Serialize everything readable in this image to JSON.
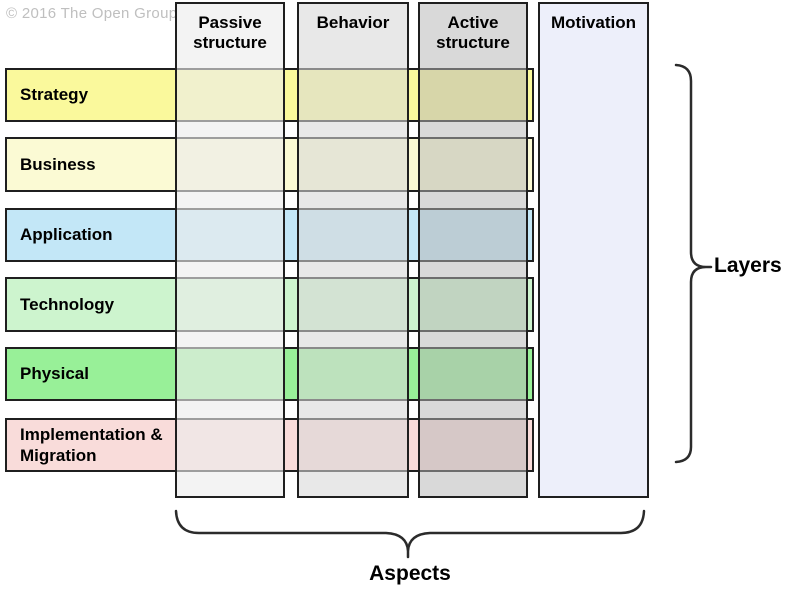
{
  "copyright": "© 2016 The Open Group",
  "rows": [
    {
      "id": "strategy",
      "label": "Strategy",
      "color": "#FAF99C"
    },
    {
      "id": "business",
      "label": "Business",
      "color": "#FBFAD4"
    },
    {
      "id": "application",
      "label": "Application",
      "color": "#C3E7F7"
    },
    {
      "id": "technology",
      "label": "Technology",
      "color": "#CDF4CE"
    },
    {
      "id": "physical",
      "label": "Physical",
      "color": "#98F098"
    },
    {
      "id": "implementation",
      "label": "Implementation & Migration",
      "color": "#F9DCDA"
    }
  ],
  "columns": [
    {
      "id": "passive",
      "label": "Passive structure",
      "fill": "rgba(236,236,236,0.62)"
    },
    {
      "id": "behavior",
      "label": "Behavior",
      "fill": "rgba(216,216,216,0.58)"
    },
    {
      "id": "active",
      "label": "Active structure",
      "fill": "rgba(182,182,182,0.52)"
    },
    {
      "id": "motivation",
      "label": "Motivation",
      "fill": "#EDEFFA"
    }
  ],
  "legend": {
    "layers": "Layers",
    "aspects": "Aspects"
  },
  "colors": {
    "border": "#1F1F1F",
    "brace": "#2B2B2B",
    "copyright_text": "#BFBFBF",
    "background": "#FFFFFF"
  }
}
